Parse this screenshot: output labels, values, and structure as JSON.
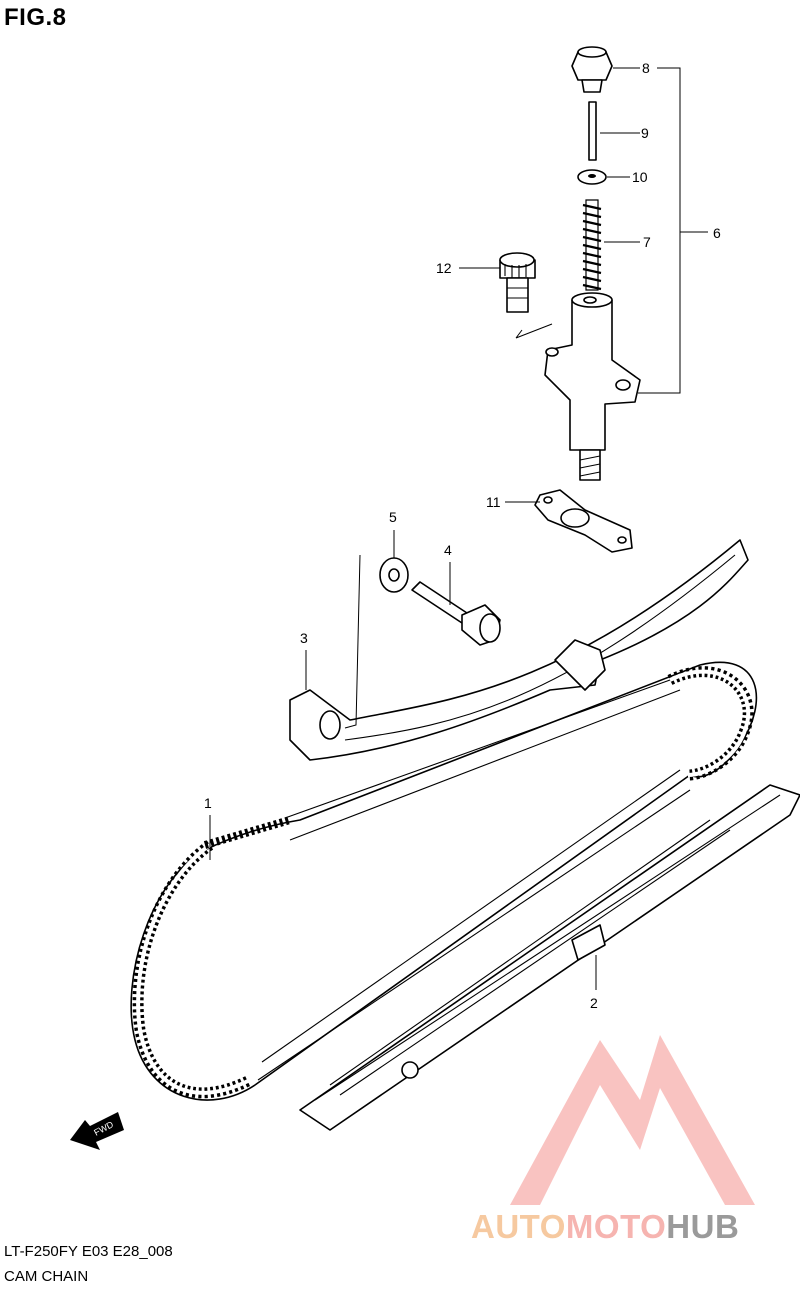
{
  "figure": {
    "title": "FIG.8"
  },
  "footer": {
    "code": "LT-F250FY E03 E28_008",
    "name": "CAM CHAIN"
  },
  "fwd_arrow": {
    "label": "FWD"
  },
  "callouts": [
    {
      "id": "1",
      "label": "1"
    },
    {
      "id": "2",
      "label": "2"
    },
    {
      "id": "3",
      "label": "3"
    },
    {
      "id": "4",
      "label": "4"
    },
    {
      "id": "5",
      "label": "5"
    },
    {
      "id": "6",
      "label": "6"
    },
    {
      "id": "7",
      "label": "7"
    },
    {
      "id": "8",
      "label": "8"
    },
    {
      "id": "9",
      "label": "9"
    },
    {
      "id": "10",
      "label": "10"
    },
    {
      "id": "11",
      "label": "11"
    },
    {
      "id": "12",
      "label": "12"
    }
  ],
  "watermark": {
    "part1": "AUTO",
    "part2": "MOTO",
    "part3": "HUB",
    "colors": {
      "auto": "#f6c9a0",
      "moto": "#f6b4b0",
      "hub": "#9a9a9a",
      "logo": "#f4a3a0"
    }
  }
}
